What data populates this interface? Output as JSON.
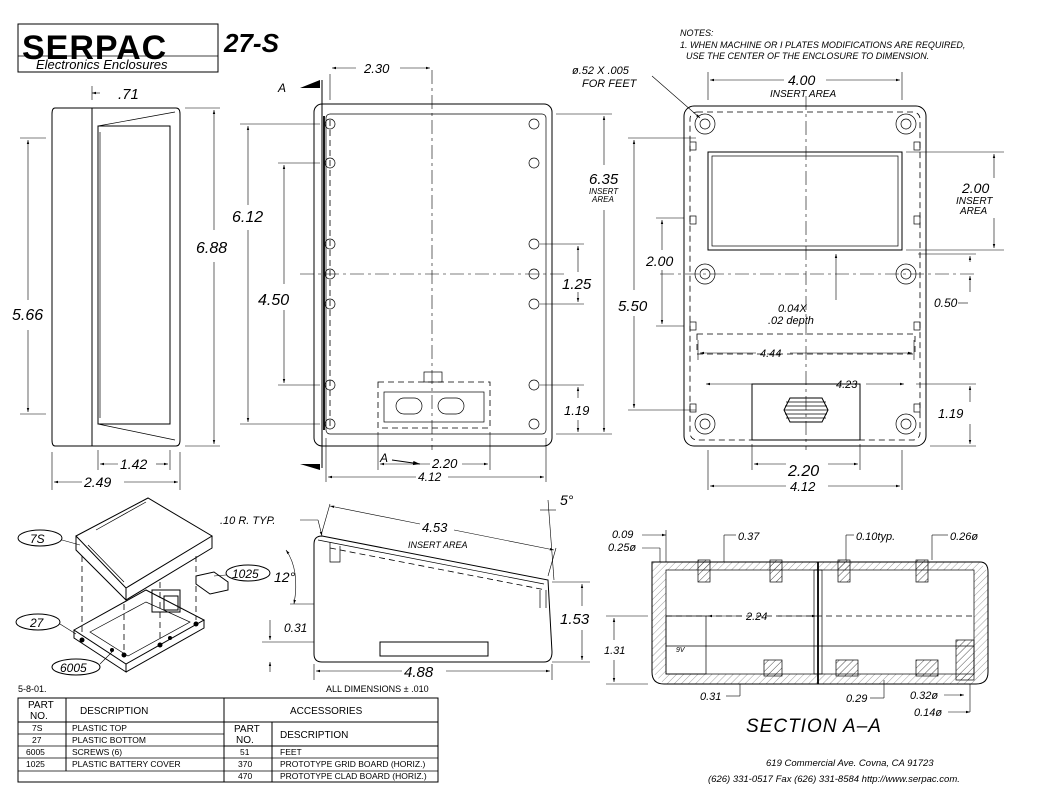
{
  "header": {
    "brand": "SERPAC",
    "model": "27-S",
    "subtitle": "Electronics Enclosures"
  },
  "notes": {
    "heading": "NOTES:",
    "line1": "1. WHEN MACHINE OR I PLATES MODIFICATIONS ARE REQUIRED,",
    "line2": "USE THE CENTER OF THE ENCLOSURE TO DIMENSION."
  },
  "dims": {
    "d071": ".71",
    "d230": "2.30",
    "d612": "6.12",
    "d688": "6.88",
    "d566": "5.66",
    "d450": "4.50",
    "d142": "1.42",
    "d249": "2.49",
    "d220a": "2.20",
    "d412a": "4.12",
    "d635": "6.35",
    "insert": "INSERT",
    "area": "AREA",
    "d125": "1.25",
    "d119a": "1.19",
    "sectionMarkA": "A",
    "feet1": "ø.52 X .005",
    "feet2": "FOR FEET",
    "d400": "4.00",
    "insertArea": "INSERT AREA",
    "d200a": "2.00",
    "d200b": "2.00",
    "d550": "5.50",
    "d050": "0.50",
    "depth1": "0.04X",
    "depth2": ".02 depth",
    "d444": "4.44",
    "d423": "4.23",
    "d119b": "1.19",
    "d220b": "2.20",
    "d412b": "4.12",
    "rTyp": ".10 R. TYP.",
    "d453": "4.53",
    "d5deg": "5°",
    "d12deg": "12°",
    "d031a": "0.31",
    "d153": "1.53",
    "d488": "4.88",
    "d009": "0.09",
    "d025": "0.25ø",
    "d037": "0.37",
    "d010typ": "0.10typ.",
    "d026": "0.26ø",
    "d224": "2.24",
    "d131": "1.31",
    "d031b": "0.31",
    "d029": "0.29",
    "d032": "0.32ø",
    "d014": "0.14ø",
    "sectionTitle": "SECTION A–A",
    "gv": "9V"
  },
  "callouts": [
    "7S",
    "1025",
    "27",
    "6005"
  ],
  "date": "5-8-01.",
  "allDims": "ALL DIMENSIONS ± .010",
  "partsTable": {
    "headers": [
      "PART NO.",
      "DESCRIPTION"
    ],
    "rows": [
      [
        "7S",
        "PLASTIC TOP"
      ],
      [
        "27",
        "PLASTIC BOTTOM"
      ],
      [
        "6005",
        "SCREWS (6)"
      ],
      [
        "1025",
        "PLASTIC BATTERY COVER"
      ]
    ]
  },
  "accessories": {
    "title": "ACCESSORIES",
    "headers": [
      "PART NO.",
      "DESCRIPTION"
    ],
    "rows": [
      [
        "51",
        "FEET"
      ],
      [
        "370",
        "PROTOTYPE GRID BOARD (HORIZ.)"
      ],
      [
        "470",
        "PROTOTYPE CLAD BOARD (HORIZ.)"
      ]
    ]
  },
  "footer": {
    "address": "619 Commercial Ave. Covna, CA  91723",
    "contact": "(626) 331-0517  Fax (626) 331-8584  http://www.serpac.com."
  }
}
